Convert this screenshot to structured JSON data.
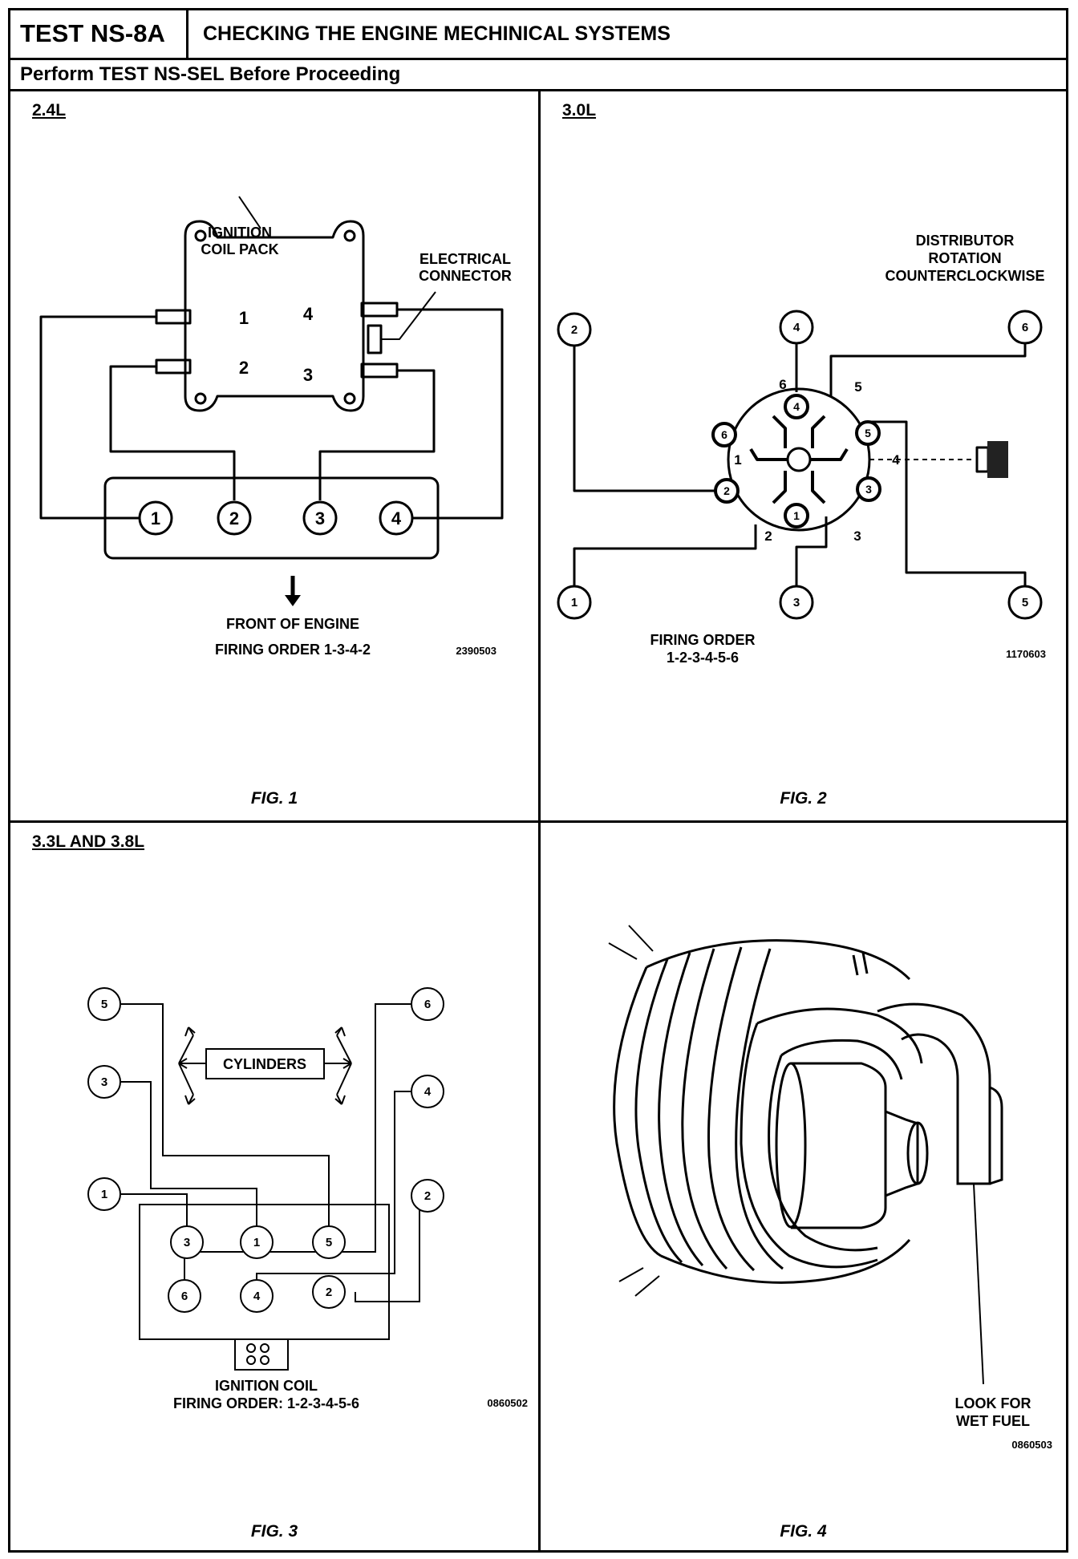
{
  "header": {
    "test_id": "TEST NS-8A",
    "title": "CHECKING THE ENGINE MECHINICAL SYSTEMS",
    "subtitle": "Perform TEST NS-SEL Before Proceeding"
  },
  "fig1": {
    "engine_label": "2.4L",
    "coil_label_1": "IGNITION",
    "coil_label_2": "COIL PACK",
    "connector_label_1": "ELECTRICAL",
    "connector_label_2": "CONNECTOR",
    "coil_terminals": [
      "1",
      "2",
      "3",
      "4"
    ],
    "cylinders": [
      "1",
      "2",
      "3",
      "4"
    ],
    "front_label": "FRONT OF ENGINE",
    "firing_order": "FIRING ORDER 1-3-4-2",
    "code": "2390503",
    "caption": "FIG. 1"
  },
  "fig2": {
    "engine_label": "3.0L",
    "rotation_1": "DISTRIBUTOR",
    "rotation_2": "ROTATION",
    "rotation_3": "COUNTERCLOCKWISE",
    "top_cylinders": [
      "2",
      "4",
      "6"
    ],
    "bottom_cylinders": [
      "1",
      "3",
      "5"
    ],
    "cap_numbers": [
      "1",
      "2",
      "3",
      "4",
      "5",
      "6"
    ],
    "firing_order_1": "FIRING ORDER",
    "firing_order_2": "1-2-3-4-5-6",
    "code": "1170603",
    "caption": "FIG. 2"
  },
  "fig3": {
    "engine_label": "3.3L AND 3.8L",
    "cylinders_label": "CYLINDERS",
    "left_cylinders": [
      "5",
      "3",
      "1"
    ],
    "right_cylinders": [
      "6",
      "4",
      "2"
    ],
    "block_front_row": [
      "3",
      "1",
      "5"
    ],
    "block_back_row": [
      "6",
      "4",
      "2"
    ],
    "coil_label": "IGNITION COIL",
    "firing_order": "FIRING ORDER: 1-2-3-4-5-6",
    "code": "0860502",
    "caption": "FIG. 3"
  },
  "fig4": {
    "look_1": "LOOK FOR",
    "look_2": "WET FUEL",
    "code": "0860503",
    "caption": "FIG. 4"
  }
}
